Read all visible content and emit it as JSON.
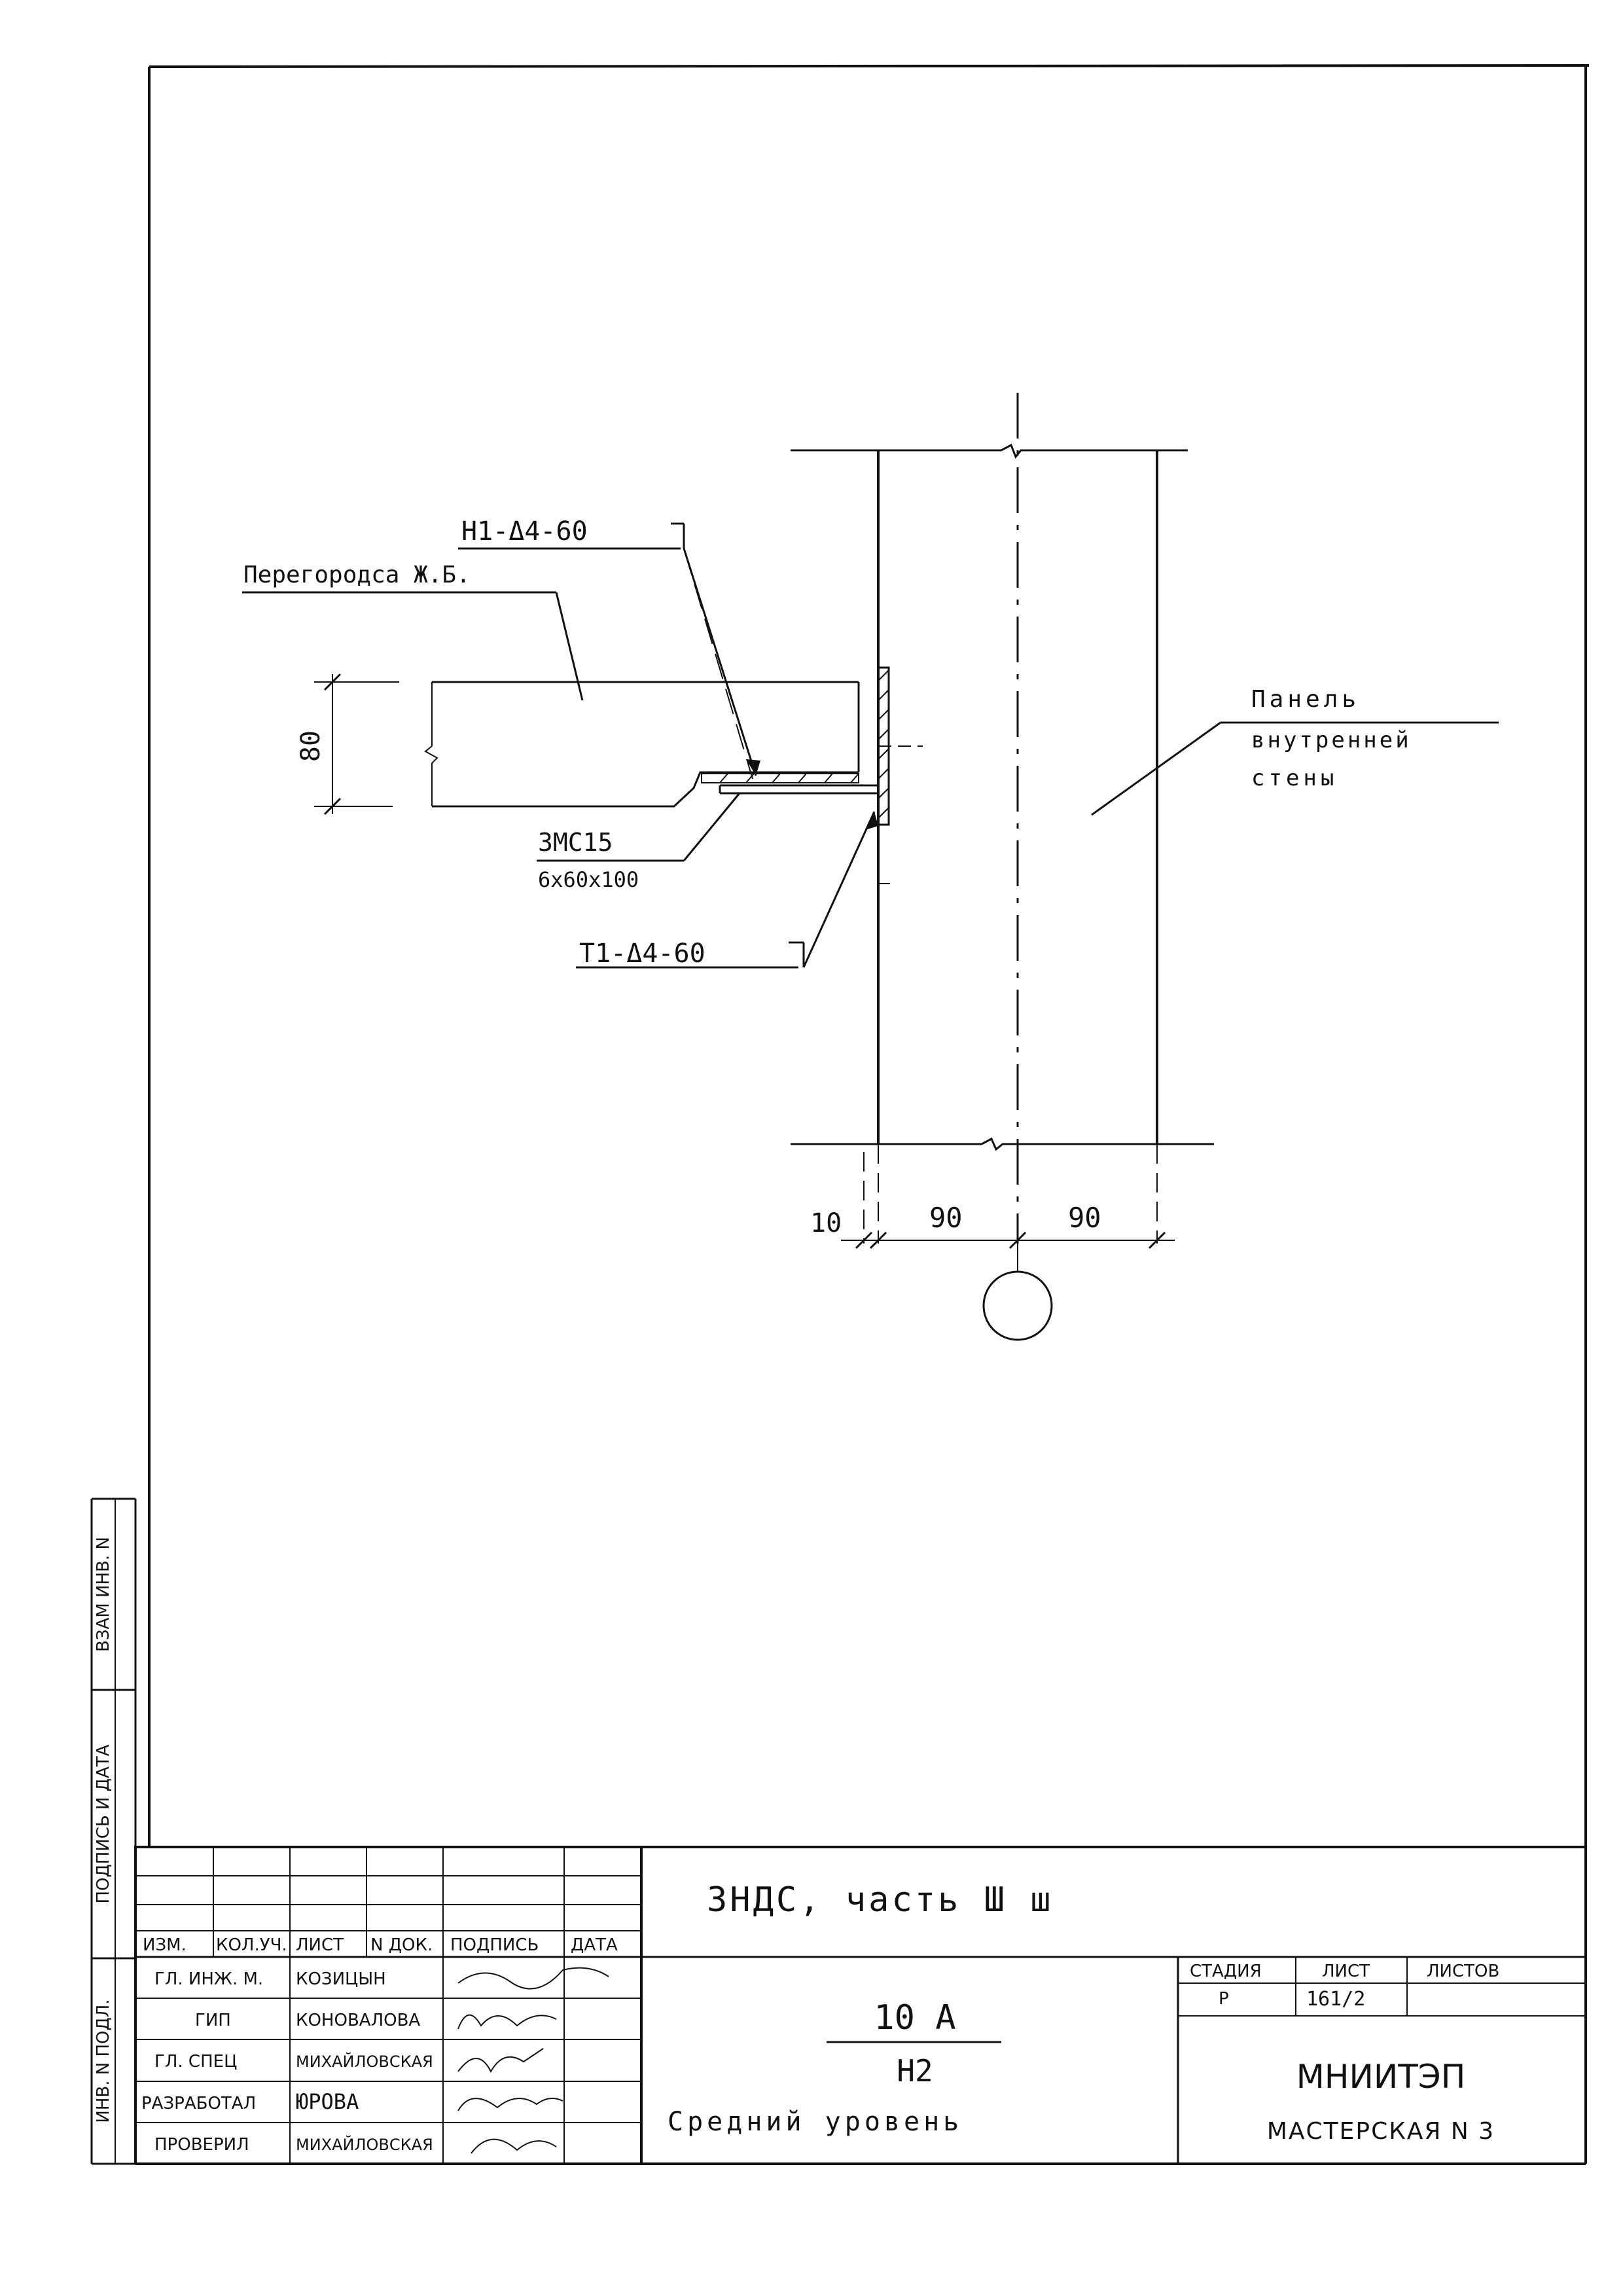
{
  "drawing": {
    "labels": {
      "anchor_top": "Н1-Δ4-60",
      "partition": "Перегородса Ж.Б.",
      "panel_line1": "Панель",
      "panel_line2": "внутренней",
      "panel_line3": "стены",
      "embedded_part": "ЗМС15",
      "embedded_size": "6х60х100",
      "anchor_bottom": "Т1-Δ4-60",
      "dim_80": "80",
      "dim_10": "10",
      "dim_90_left": "90",
      "dim_90_right": "90"
    }
  },
  "side_stamp": {
    "vzam_inv": "ВЗАМ ИНВ. N",
    "podpis_data": "ПОДПИСЬ И ДАТА",
    "inv_podl": "ИНВ. N ПОДЛ."
  },
  "title_block": {
    "project": "ЗНДС, часть Ш ш",
    "headers": {
      "izm": "ИЗМ.",
      "kol_uch": "КОЛ.УЧ.",
      "list": "ЛИСТ",
      "n_dok": "N ДОК.",
      "podpis": "ПОДПИСЬ",
      "data": "ДАТА"
    },
    "people": [
      {
        "role": "ГЛ. ИНЖ. М.",
        "name": "КОЗИЦЫН"
      },
      {
        "role": "ГИП",
        "name": "КОНОВАЛОВА"
      },
      {
        "role": "ГЛ. СПЕЦ",
        "name": "МИХАЙЛОВСКАЯ"
      },
      {
        "role": "РАЗРАБОТАЛ",
        "name": "ЮРОВА"
      },
      {
        "role": "ПРОВЕРИЛ",
        "name": "МИХАЙЛОВСКАЯ"
      }
    ],
    "node_number": "10 А",
    "node_ref": "Н2",
    "node_title": "Средний уровень",
    "stadia_label": "СТАДИЯ",
    "list_label": "ЛИСТ",
    "listov_label": "ЛИСТОВ",
    "stadia_value": "Р",
    "list_value": "161/2",
    "listov_value": "",
    "org": "МНИИТЭП",
    "workshop": "МАСТЕРСКАЯ N 3"
  }
}
